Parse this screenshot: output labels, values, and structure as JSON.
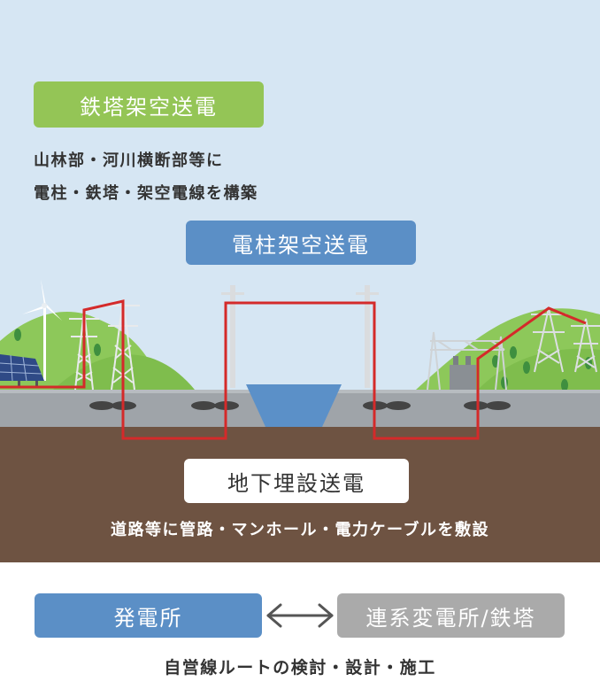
{
  "colors": {
    "sky": "#d6e6f3",
    "hill": "#8dc85a",
    "road": "#9fa4a9",
    "soil": "#6e5342",
    "river": "#5b90c8",
    "power_line": "#d42a2a",
    "green_label": "#94c556",
    "blue_label": "#5b8fc6",
    "gray_label": "#aaaaaa"
  },
  "overhead_tower": {
    "label": "鉄塔架空送電",
    "desc_line1": "山林部・河川横断部等に",
    "desc_line2": "電柱・鉄塔・架空電線を構築"
  },
  "overhead_pole": {
    "label": "電柱架空送電"
  },
  "underground": {
    "label": "地下埋設送電",
    "desc": "道路等に管路・マンホール・電力ケーブルを敷設"
  },
  "bottom": {
    "power_plant": "発電所",
    "arrow_icon": "double-arrow-icon",
    "substation": "連系変電所/鉄塔",
    "caption": "自営線ルートの検討・設計・施工"
  }
}
